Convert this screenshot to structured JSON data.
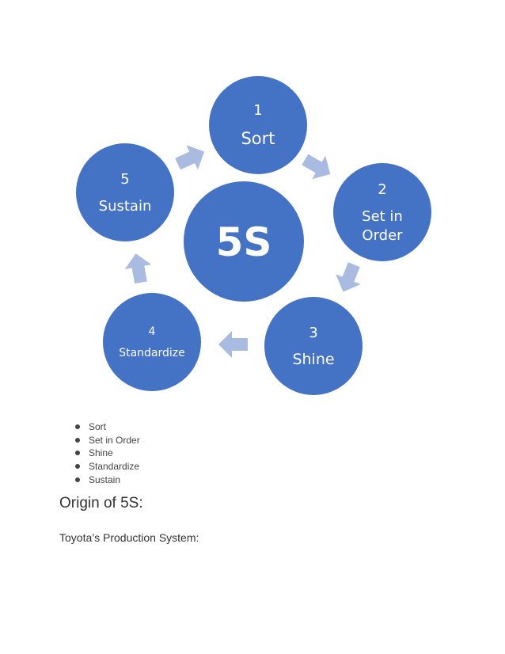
{
  "diagram": {
    "center": "5S",
    "steps": [
      {
        "number": "1",
        "line1": "Sort",
        "line2": ""
      },
      {
        "number": "2",
        "line1": "Set in",
        "line2": "Order"
      },
      {
        "number": "3",
        "line1": "Shine",
        "line2": ""
      },
      {
        "number": "4",
        "line1": "Standardize",
        "line2": ""
      },
      {
        "number": "5",
        "line1": "Sustain",
        "line2": ""
      }
    ],
    "colors": {
      "circle": "#4472c4",
      "arrow": "#a9bbe0",
      "text": "#ffffff"
    }
  },
  "list": {
    "items": [
      "Sort",
      "Set in Order",
      "Shine",
      "Standardize",
      "Sustain"
    ]
  },
  "heading": "Origin of 5S:",
  "subtext": "Toyota’s Production System:"
}
